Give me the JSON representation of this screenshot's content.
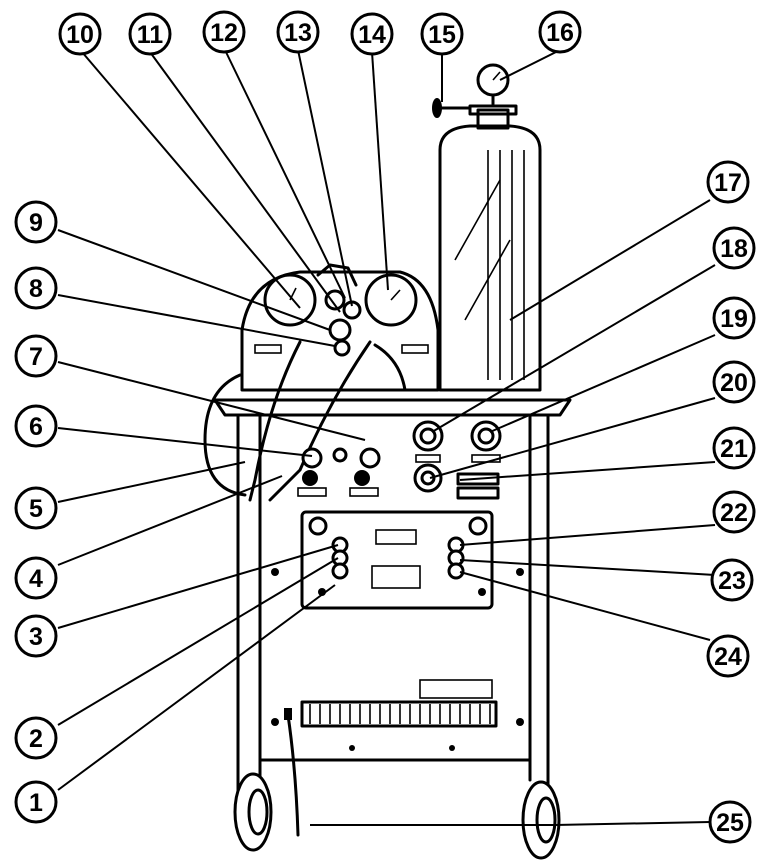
{
  "figure": {
    "callouts": [
      {
        "id": "1",
        "label": "1"
      },
      {
        "id": "2",
        "label": "2"
      },
      {
        "id": "3",
        "label": "3"
      },
      {
        "id": "4",
        "label": "4"
      },
      {
        "id": "5",
        "label": "5"
      },
      {
        "id": "6",
        "label": "6"
      },
      {
        "id": "7",
        "label": "7"
      },
      {
        "id": "8",
        "label": "8"
      },
      {
        "id": "9",
        "label": "9"
      },
      {
        "id": "10",
        "label": "10"
      },
      {
        "id": "11",
        "label": "11"
      },
      {
        "id": "12",
        "label": "12"
      },
      {
        "id": "13",
        "label": "13"
      },
      {
        "id": "14",
        "label": "14"
      },
      {
        "id": "15",
        "label": "15"
      },
      {
        "id": "16",
        "label": "16"
      },
      {
        "id": "17",
        "label": "17"
      },
      {
        "id": "18",
        "label": "18"
      },
      {
        "id": "19",
        "label": "19"
      },
      {
        "id": "20",
        "label": "20"
      },
      {
        "id": "21",
        "label": "21"
      },
      {
        "id": "22",
        "label": "22"
      },
      {
        "id": "23",
        "label": "23"
      },
      {
        "id": "24",
        "label": "24"
      },
      {
        "id": "25",
        "label": "25"
      }
    ],
    "colors": {
      "ink": "#000000",
      "paper": "#ffffff"
    }
  }
}
